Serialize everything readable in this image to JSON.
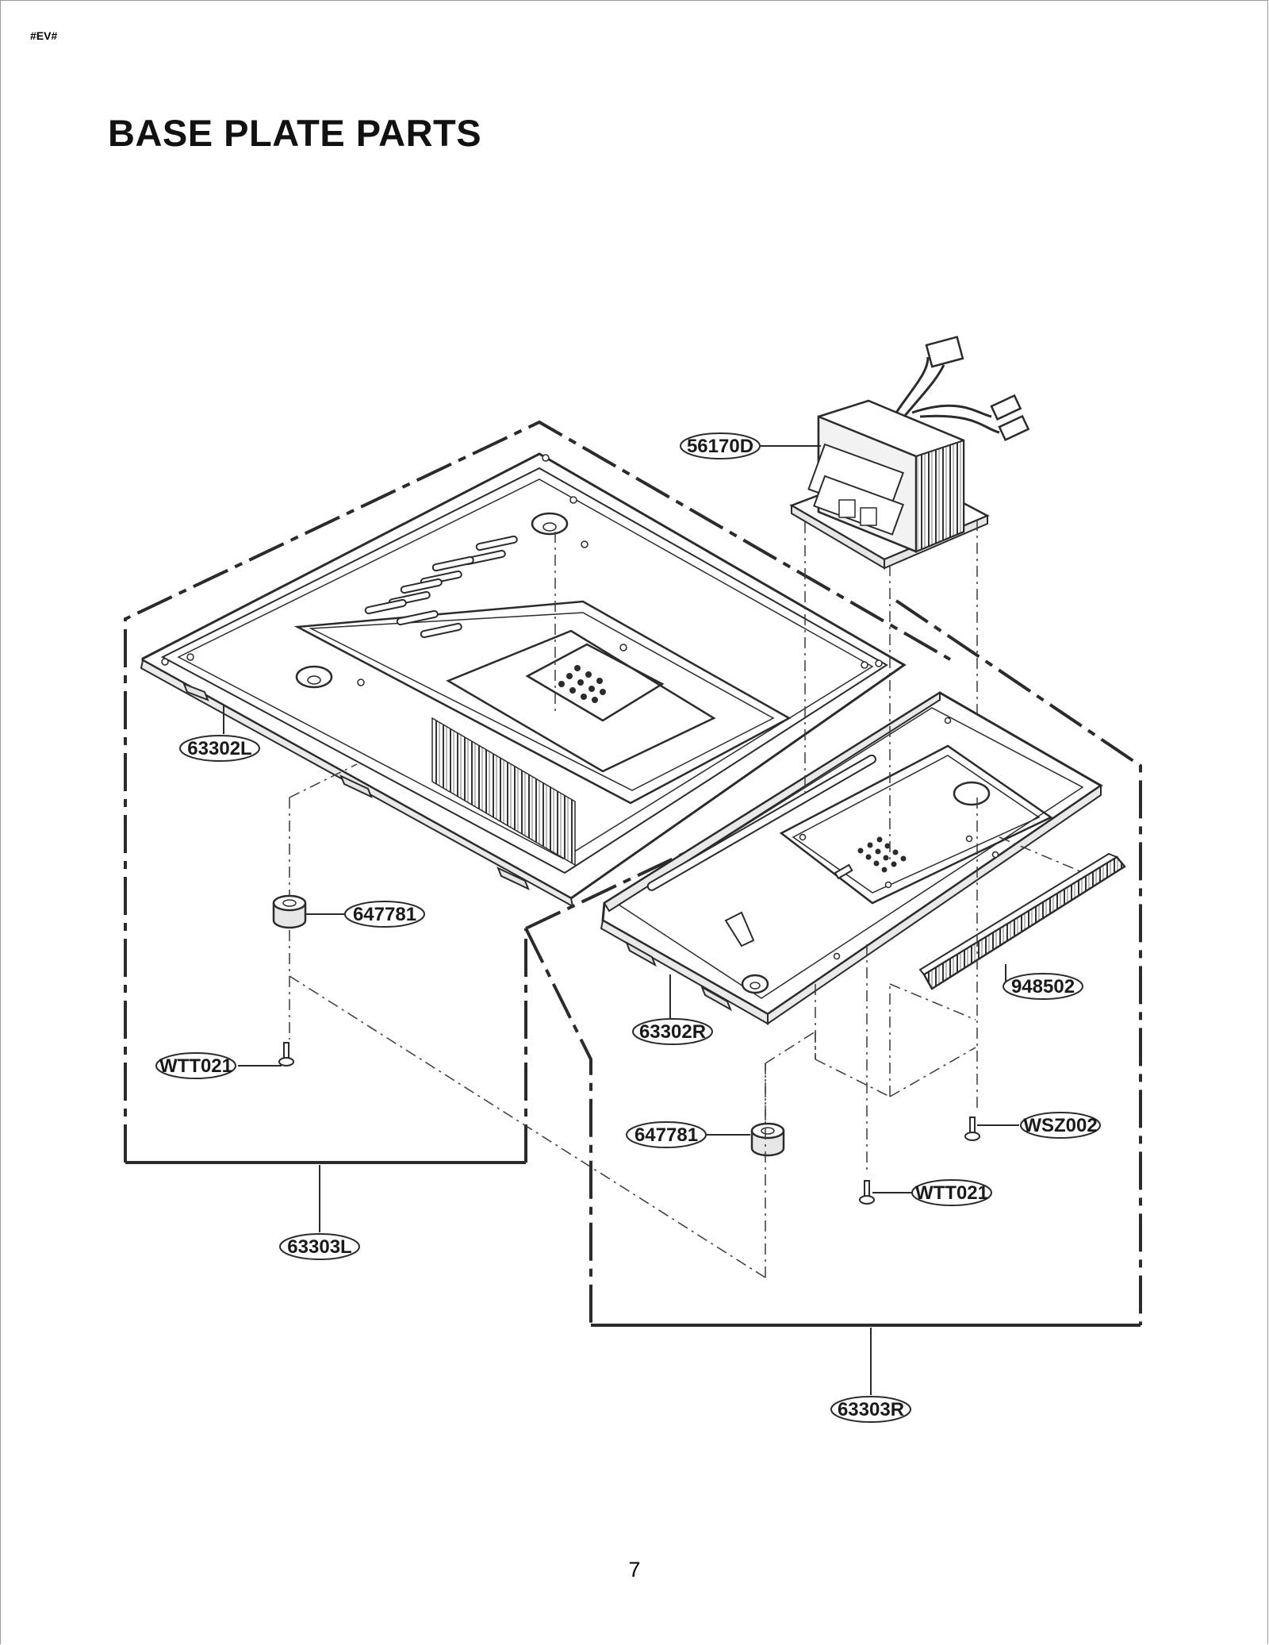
{
  "header": {
    "tag": "#EV#",
    "title": "BASE PLATE PARTS"
  },
  "callouts": {
    "c56170d": "56170D",
    "c63302l": "63302L",
    "c647781_left": "647781",
    "cwtt021_left": "WTT021",
    "c63303l": "63303L",
    "c63302r": "63302R",
    "c948502": "948502",
    "c647781_right": "647781",
    "cwsz002": "WSZ002",
    "cwtt021_right": "WTT021",
    "c63303r": "63303R"
  },
  "footer": {
    "page_number": "7"
  },
  "colors": {
    "line": "#2b2b2b",
    "background": "#ffffff"
  }
}
